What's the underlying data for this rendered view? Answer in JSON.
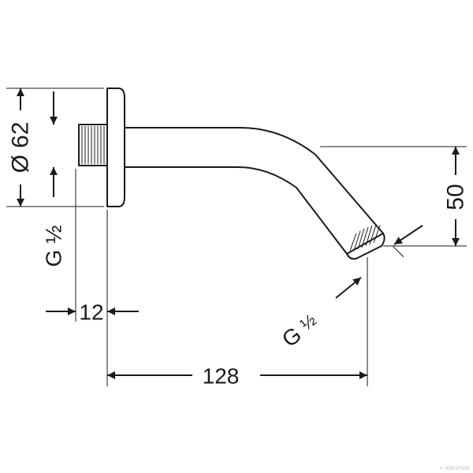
{
  "dimensions": {
    "flange_diameter": "Ø 62",
    "wall_thread": "G ½",
    "thread_length": "12",
    "arm_length": "128",
    "drop_height": "50",
    "outlet_thread_g": "G",
    "outlet_thread_frac": "½"
  },
  "watermark": "© KRESTIVIS",
  "colors": {
    "line": "#1a1a1a",
    "background": "#ffffff"
  }
}
